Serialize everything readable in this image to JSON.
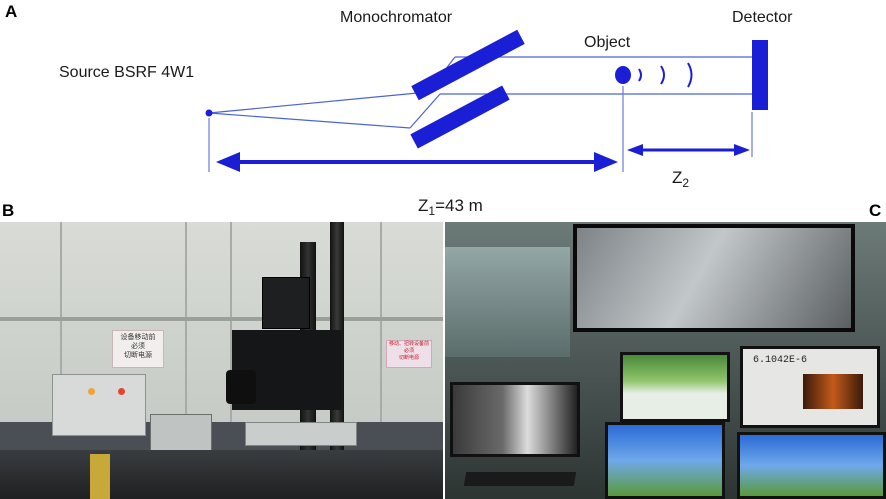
{
  "panels": {
    "a": "A",
    "b": "B",
    "c": "C"
  },
  "diagram": {
    "source_label": "Source BSRF 4W1",
    "monochromator_label": "Monochromator",
    "object_label": "Object",
    "detector_label": "Detector",
    "z1_label": "Z",
    "z1_sub": "1",
    "z1_value": "=43 m",
    "z2_label": "Z",
    "z2_sub": "2"
  },
  "photo_b": {
    "sign_left": "设备移动前\n必须\n切断电源",
    "sign_right": "移动、扭转设备前\n必须\n切断电源"
  },
  "photo_c": {
    "readout": "6.1042E-6"
  },
  "colors": {
    "beam_blue": "#1a1fd6",
    "line_blue": "#4a63d8"
  }
}
